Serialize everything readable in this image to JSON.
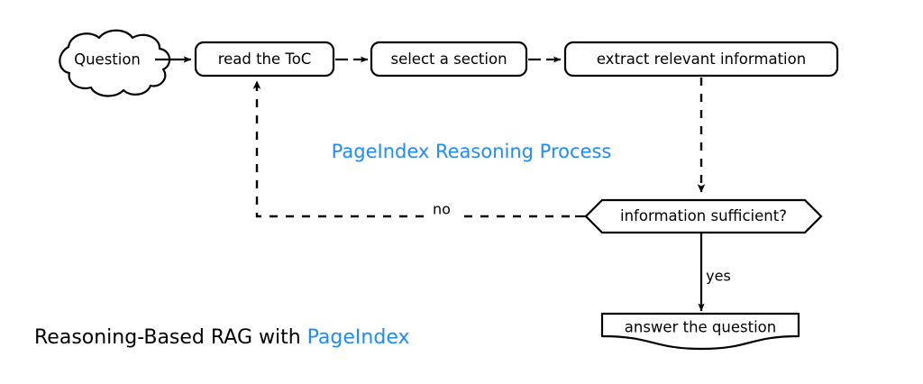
{
  "diagram": {
    "background_color": "#ffffff",
    "line_color": "#000000",
    "accent_color": "#1E8BFF",
    "nodes": {
      "question": {
        "label": "Question",
        "shape": "cloud"
      },
      "read_toc": {
        "label": "read the ToC",
        "shape": "rounded-rect"
      },
      "select_section": {
        "label": "select a section",
        "shape": "rounded-rect"
      },
      "extract_info": {
        "label": "extract relevant information",
        "shape": "rounded-rect"
      },
      "decision": {
        "label": "information sufficient?",
        "shape": "hexagon"
      },
      "answer": {
        "label": "answer the question",
        "shape": "document"
      }
    },
    "edge_labels": {
      "no": "no",
      "yes": "yes"
    },
    "process_title": "PageIndex Reasoning Process",
    "caption": {
      "prefix": "Reasoning-Based RAG with ",
      "brand": "PageIndex"
    }
  }
}
